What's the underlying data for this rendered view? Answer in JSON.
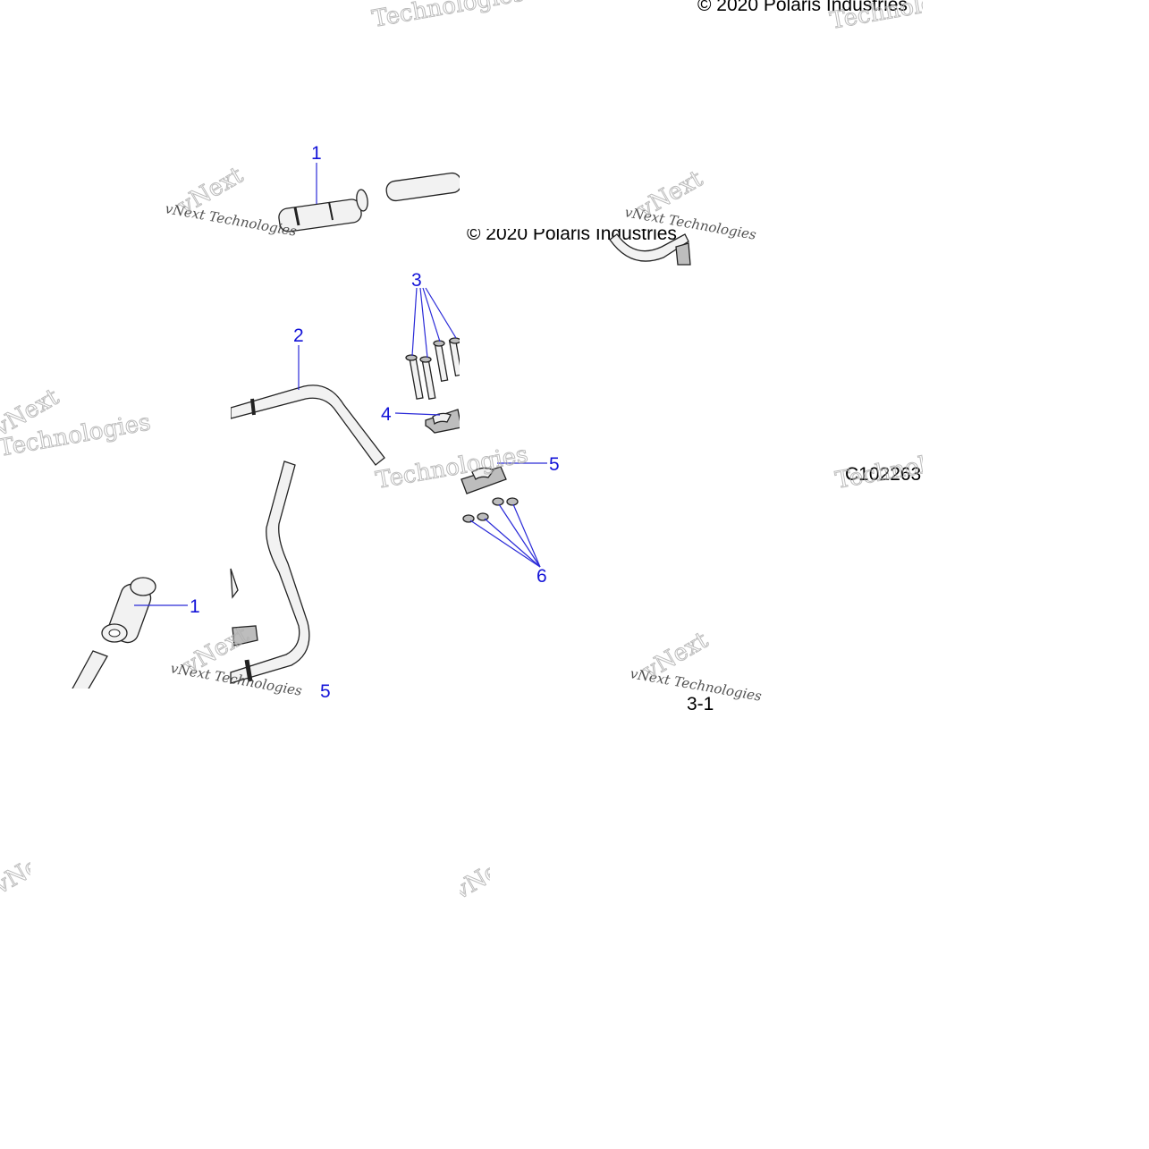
{
  "diagram": {
    "copyright": "© 2020 Polaris Industries",
    "illustration_id": "C102263",
    "page_ref": "3-1",
    "callouts": [
      "1",
      "2",
      "3",
      "4",
      "5",
      "6",
      "1",
      "5"
    ],
    "watermarks": {
      "small": "vNext Technologies",
      "large_a": "vNext",
      "large_b": "Technologies"
    }
  }
}
